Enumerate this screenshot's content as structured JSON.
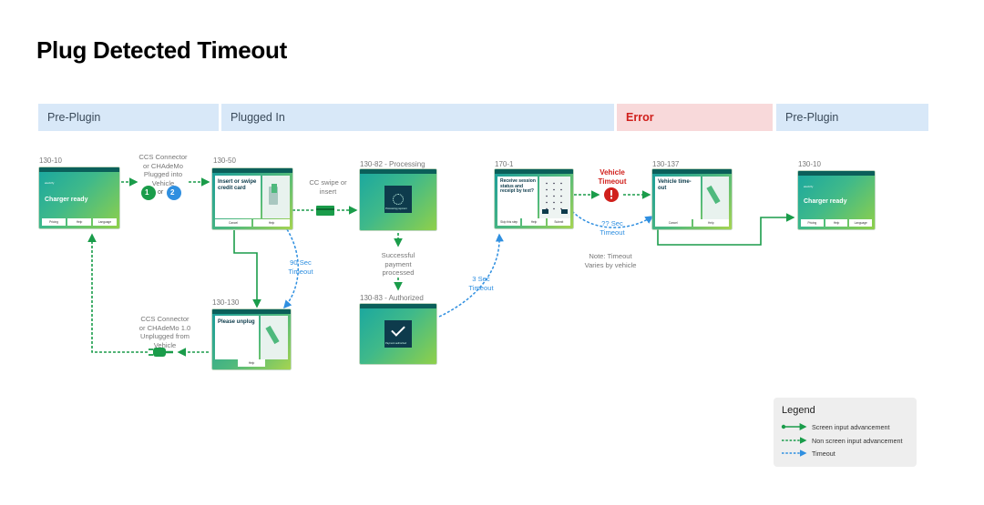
{
  "title": "Plug Detected Timeout",
  "lanes": [
    {
      "label": "Pre-Plugin"
    },
    {
      "label": "Plugged In"
    },
    {
      "label": "Error"
    },
    {
      "label": "Pre-Plugin"
    }
  ],
  "screens": {
    "s1": {
      "id": "130-10",
      "headline": "Charger ready",
      "buttons": [
        "Pricing",
        "Help",
        "Language"
      ],
      "brand": "electrify"
    },
    "s2": {
      "id": "130-50",
      "headline": "Insert or swipe credit card",
      "buttons": [
        "Cancel",
        "Help"
      ]
    },
    "s3": {
      "id": "130-82 - Processing",
      "caption": "Processing payment"
    },
    "s4": {
      "id": "170-1",
      "headline": "Receive session status and receipt by text?",
      "buttons": [
        "Skip this step",
        "Help",
        "Submit"
      ]
    },
    "s5": {
      "id": "130-137",
      "headline": "Vehicle time-out",
      "buttons": [
        "Cancel",
        "Help"
      ]
    },
    "s6": {
      "id": "130-10",
      "headline": "Charger ready",
      "buttons": [
        "Pricing",
        "Help",
        "Language"
      ],
      "brand": "electrify"
    },
    "s7": {
      "id": "130-130",
      "headline": "Please unplug",
      "buttons": [
        "Help"
      ]
    },
    "s8": {
      "id": "130-83 - Authorized",
      "caption": "Payment authorized"
    }
  },
  "notes": {
    "ccs_plugged": [
      "CCS Connector",
      "or CHAdeMo",
      "Plugged into",
      "Vehicle"
    ],
    "or_label": "or",
    "badge1": "1",
    "badge2": "2",
    "cc_swipe": [
      "CC swipe or",
      "insert"
    ],
    "successful_payment": [
      "Successful",
      "payment",
      "processed"
    ],
    "ninety_sec": [
      "90 Sec",
      "Timeout"
    ],
    "three_sec": [
      "3 Sec",
      "Timeout"
    ],
    "vehicle_timeout": [
      "Vehicle",
      "Timeout"
    ],
    "qq_sec": [
      "?? Sec",
      "Timeout"
    ],
    "timeout_note": [
      "Note: Timeout",
      "Varies by vehicle"
    ],
    "ccs_unplugged": [
      "CCS Connector",
      "or CHAdeMo 1.0",
      "Unplugged from",
      "Vehicle"
    ]
  },
  "legend": {
    "title": "Legend",
    "items": [
      {
        "label": "Screen input advancement",
        "style": "solid",
        "color": "#1a9c4a"
      },
      {
        "label": "Non screen input advancement",
        "style": "dotted",
        "color": "#1a9c4a"
      },
      {
        "label": "Timeout",
        "style": "dotted",
        "color": "#2f8fe0"
      }
    ]
  },
  "colors": {
    "green": "#1a9c4a",
    "blue": "#2f8fe0",
    "red": "#d0201c",
    "lane_blue": "#d8e8f8",
    "lane_red": "#f8d9da"
  }
}
